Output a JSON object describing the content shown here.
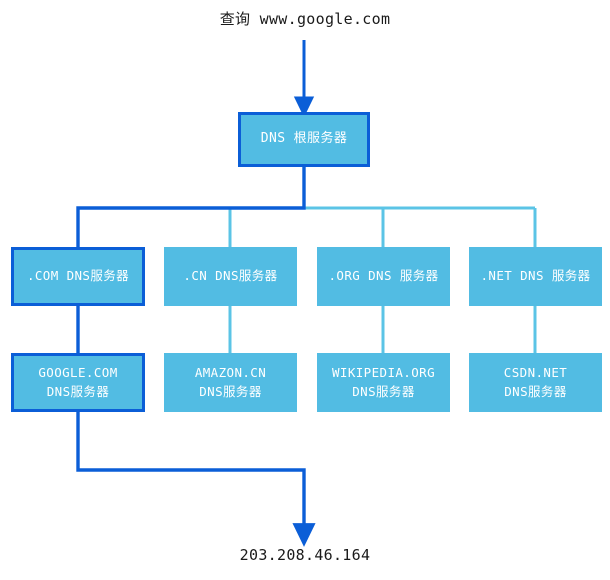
{
  "diagram": {
    "query_label": "查询 www.google.com",
    "result_label": "203.208.46.164",
    "colors": {
      "node_fill": "#52bce3",
      "highlight_stroke": "#0b5ed7",
      "normal_stroke": "#52bce3",
      "text": "#ffffff",
      "caption_text": "#1a1a1a",
      "background": "#ffffff"
    },
    "root": {
      "label": "DNS 根服务器"
    },
    "tld_level": [
      {
        "label": ".COM DNS服务器",
        "highlighted": true
      },
      {
        "label": ".CN DNS服务器",
        "highlighted": false
      },
      {
        "label": ".ORG DNS 服务器",
        "highlighted": false
      },
      {
        "label": ".NET DNS 服务器",
        "highlighted": false
      }
    ],
    "authoritative_level": [
      {
        "label": "GOOGLE.COM\nDNS服务器",
        "highlighted": true
      },
      {
        "label": "AMAZON.CN\nDNS服务器",
        "highlighted": false
      },
      {
        "label": "WIKIPEDIA.ORG\nDNS服务器",
        "highlighted": false
      },
      {
        "label": "CSDN.NET\nDNS服务器",
        "highlighted": false
      }
    ]
  }
}
